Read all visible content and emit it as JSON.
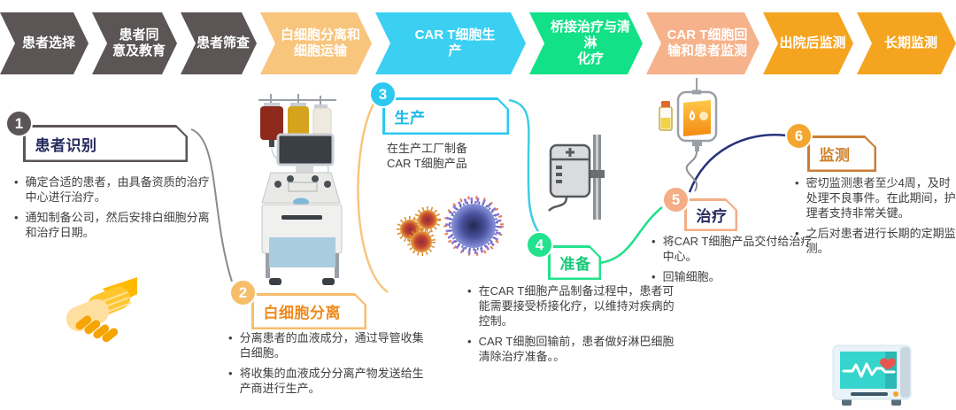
{
  "banner": {
    "stages": [
      {
        "label": "患者选择",
        "color": "#5B5555"
      },
      {
        "label": "患者同\n意及教育",
        "color": "#5B5555"
      },
      {
        "label": "患者筛查",
        "color": "#5B5555"
      },
      {
        "label": "白细胞分离和\n细胞运输",
        "color": "#F8C57C"
      },
      {
        "label": "CAR T细胞生\n产",
        "color": "#3BD0F2"
      },
      {
        "label": "桥接治疗与清淋\n化疗",
        "color": "#12E187"
      },
      {
        "label": "CAR T细胞回\n输和患者监测",
        "color": "#F6B28A"
      },
      {
        "label": "出院后监测",
        "color": "#F5A41F"
      },
      {
        "label": "长期监测",
        "color": "#F5A41F"
      }
    ]
  },
  "steps": [
    {
      "num": "1",
      "title": "患者识别",
      "accent": "#5B5555",
      "title_color": "#262A5E",
      "bullets": [
        "确定合适的患者，由具备资质的治疗中心进行治疗。",
        "通知制备公司，然后安排白细胞分离和治疗日期。"
      ]
    },
    {
      "num": "2",
      "title": "白细胞分离",
      "accent": "#F6BE6B",
      "title_color": "#EF8B1E",
      "bullets": [
        "分离患者的血液成分，通过导管收集白细胞。",
        "将收集的血液成分分离产物发送给生产商进行生产。"
      ]
    },
    {
      "num": "3",
      "title": "生产",
      "accent": "#2BC9F0",
      "title_color": "#1BB9E8",
      "description": "在生产工厂制备\nCAR T细胞产品"
    },
    {
      "num": "4",
      "title": "准备",
      "accent": "#22E28D",
      "title_color": "#16C97A",
      "bullets": [
        "在CAR T细胞产品制备过程中，患者可能需要接受桥接化疗，以维持对疾病的控制。",
        "CAR T细胞回输前，患者做好淋巴细胞清除治疗准备。。"
      ]
    },
    {
      "num": "5",
      "title": "治疗",
      "accent": "#F4AD85",
      "title_color": "#262A5E",
      "bullets": [
        "将CAR T细胞产品交付给治疗中心。",
        "回输细胞。"
      ]
    },
    {
      "num": "6",
      "title": "监测",
      "accent": "#C87E35",
      "title_color": "#D0802A",
      "badge_color": "#F5A630",
      "bullets": [
        "密切监测患者至少4周，及时处理不良事件。在此期间，护理者支持非常关键。",
        "之后对患者进行长期的定期监测。"
      ]
    }
  ],
  "connectors": {
    "step1_to_2": "#8A8A8A",
    "step2_to_3": "#F8C57C",
    "step3_to_4": "#3ECDE8",
    "step4_to_5": "#1FE08A",
    "step5_to_6": "#26337C"
  },
  "icons": {
    "handshake": "handshake-icon",
    "apheresis_machine": "apheresis-machine-illustration",
    "cancer_cells": "cell-cluster-icon",
    "car_t_cell": "car-t-cell-icon",
    "iv_bag": "iv-bag-icon",
    "vial": "medicine-vial-icon",
    "infusion_pump": "infusion-pump-icon",
    "patient_monitor": "patient-monitor-icon"
  }
}
